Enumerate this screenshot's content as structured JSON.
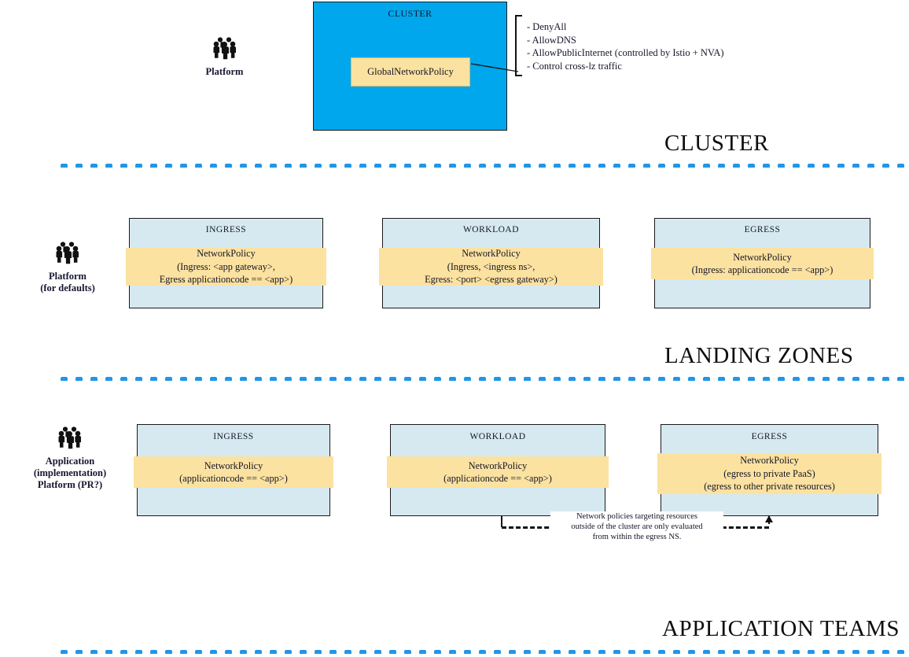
{
  "actors": [
    {
      "icon": "people-group-icon",
      "lines": [
        "Platform"
      ]
    },
    {
      "icon": "people-group-icon",
      "lines": [
        "Platform",
        "(for defaults)"
      ]
    },
    {
      "icon": "people-group-icon",
      "lines": [
        "Application",
        "(implementation)",
        "Platform (PR?)"
      ]
    }
  ],
  "cluster": {
    "title": "CLUSTER",
    "policy_label": "GlobalNetworkPolicy",
    "callout": [
      "- DenyAll",
      "- AllowDNS",
      "- AllowPublicInternet (controlled by Istio + NVA)",
      "- Control cross-lz traffic"
    ]
  },
  "landing_zone_row": [
    {
      "title": "INGRESS",
      "policy": [
        "NetworkPolicy",
        "(Ingress: <app gateway>,",
        "Egress applicationcode == <app>)"
      ]
    },
    {
      "title": "WORKLOAD",
      "policy": [
        "NetworkPolicy",
        "(Ingress, <ingress ns>,",
        "Egress: <port> <egress gateway>)"
      ]
    },
    {
      "title": "EGRESS",
      "policy": [
        "NetworkPolicy",
        "(Ingress: applicationcode == <app>)"
      ]
    }
  ],
  "application_row": [
    {
      "title": "INGRESS",
      "policy": [
        "NetworkPolicy",
        "(applicationcode == <app>)"
      ]
    },
    {
      "title": "WORKLOAD",
      "policy": [
        "NetworkPolicy",
        "(applicationcode == <app>)"
      ]
    },
    {
      "title": "EGRESS",
      "policy": [
        "NetworkPolicy",
        "(egress to private PaaS)",
        "(egress to other private resources)"
      ]
    }
  ],
  "annotation": {
    "lines": [
      "Network policies targeting resources",
      "outside of the cluster are only evaluated",
      "from within the egress NS."
    ]
  },
  "section_titles": {
    "cluster": "CLUSTER",
    "landing_zones": "LANDING ZONES",
    "application_teams": "APPLICATION TEAMS"
  },
  "colors": {
    "cluster_blue": "#00A7EC",
    "policy_yellow": "#FCE2A0",
    "namespace_blue": "#D6E9F0",
    "divider_dot": "#2196E8",
    "outline": "#1a1a1a"
  }
}
